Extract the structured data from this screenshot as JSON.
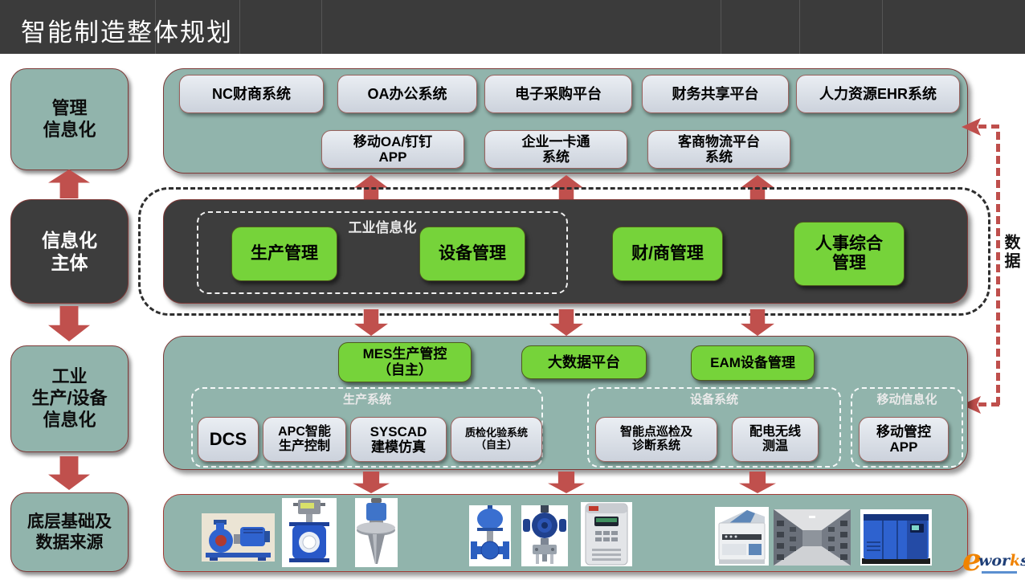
{
  "title": "智能制造整体规划",
  "left_column": {
    "items": [
      {
        "label": "管理\n信息化"
      },
      {
        "label": "信息化\n主体"
      },
      {
        "label": "工业\n生产/设备\n信息化"
      },
      {
        "label": "底层基础及\n数据来源"
      }
    ]
  },
  "management_layer": {
    "row1": [
      "NC财商系统",
      "OA办公系统",
      "电子采购平台",
      "财务共享平台",
      "人力资源EHR系统"
    ],
    "row2": [
      "移动OA/钉钉\nAPP",
      "企业一卡通\n系统",
      "客商物流平台\n系统"
    ]
  },
  "subject_layer": {
    "group_label": "工业信息化",
    "items": [
      "生产管理",
      "设备管理",
      "财/商管理",
      "人事综合\n管理"
    ]
  },
  "data_flow_label": "数据",
  "industrial_layer": {
    "platforms": [
      "MES生产管控\n（自主）",
      "大数据平台",
      "EAM设备管理"
    ],
    "groups": [
      {
        "label": "生产系统",
        "items": [
          "DCS",
          "APC智能\n生产控制",
          "SYSCAD\n建模仿真",
          "质检化验系统\n（自主）"
        ]
      },
      {
        "label": "设备系统",
        "items": [
          "智能点巡检及\n诊断系统",
          "配电无线\n测温"
        ]
      },
      {
        "label": "移动信息化",
        "items": [
          "移动管控\nAPP"
        ]
      }
    ]
  },
  "equipment_layer": {
    "items": [
      "centrifugal-pump",
      "electromagnetic-flowmeter",
      "radar-level-transmitter",
      "control-valve",
      "pressure-transmitter",
      "variable-frequency-drive",
      "laboratory-analyzer",
      "switchgear-room",
      "air-compressor"
    ]
  },
  "logo": {
    "e": "e",
    "wor": "wor",
    "k": "k",
    "s": "s"
  },
  "colors": {
    "teal": "#91b4ac",
    "dark": "#3d3d3d",
    "green": "#76d33a",
    "gray_button": "#d9dee7",
    "arrow_red": "#c0504d"
  }
}
